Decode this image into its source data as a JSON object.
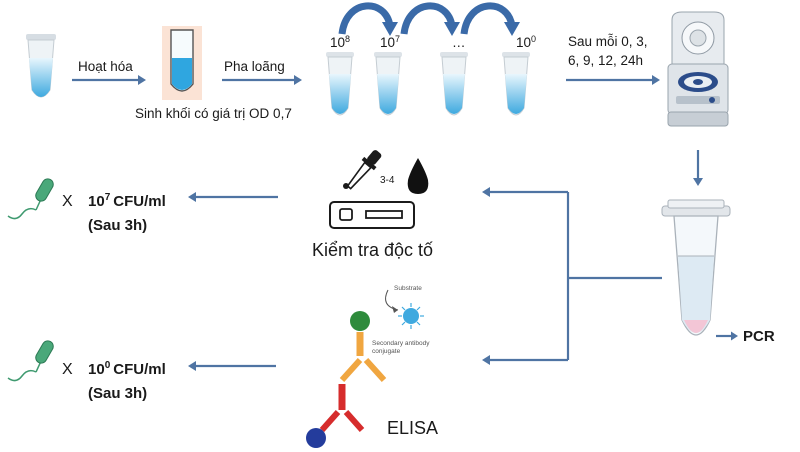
{
  "steps": {
    "activation_label": "Hoạt hóa",
    "dilution_label": "Pha loãng",
    "biomass_label": "Sinh khối có giá trị OD 0,7",
    "timepoints_label_line1": "Sau mỗi 0, 3,",
    "timepoints_label_line2": "6, 9, 12, 24h"
  },
  "dilutions": {
    "t1_base": "10",
    "t1_exp": "8",
    "t2_base": "10",
    "t2_exp": "7",
    "t3": "…",
    "t4_base": "10",
    "t4_exp": "0"
  },
  "toxin_test": {
    "label": "Kiểm tra độc tố",
    "drops": "3-4"
  },
  "elisa": {
    "label": "ELISA",
    "substrate": "Substrate",
    "secondary_line1": "Secondary antibody",
    "secondary_line2": "conjugate"
  },
  "results": {
    "top_x": "X",
    "top_base": "10",
    "top_exp": "7",
    "top_unit": "CFU/ml",
    "top_time": "(Sau 3h)",
    "bottom_x": "X",
    "bottom_base": "10",
    "bottom_exp": "0",
    "bottom_unit": "CFU/ml",
    "bottom_time": "(Sau 3h)"
  },
  "pcr_label": "PCR",
  "colors": {
    "arrow": "#4f74a3",
    "liquid_blue": "#3fa9df",
    "flask_bg": "#fbe3d5",
    "bacteria": "#4aa87a",
    "pink_sample": "#f3c6d6"
  }
}
